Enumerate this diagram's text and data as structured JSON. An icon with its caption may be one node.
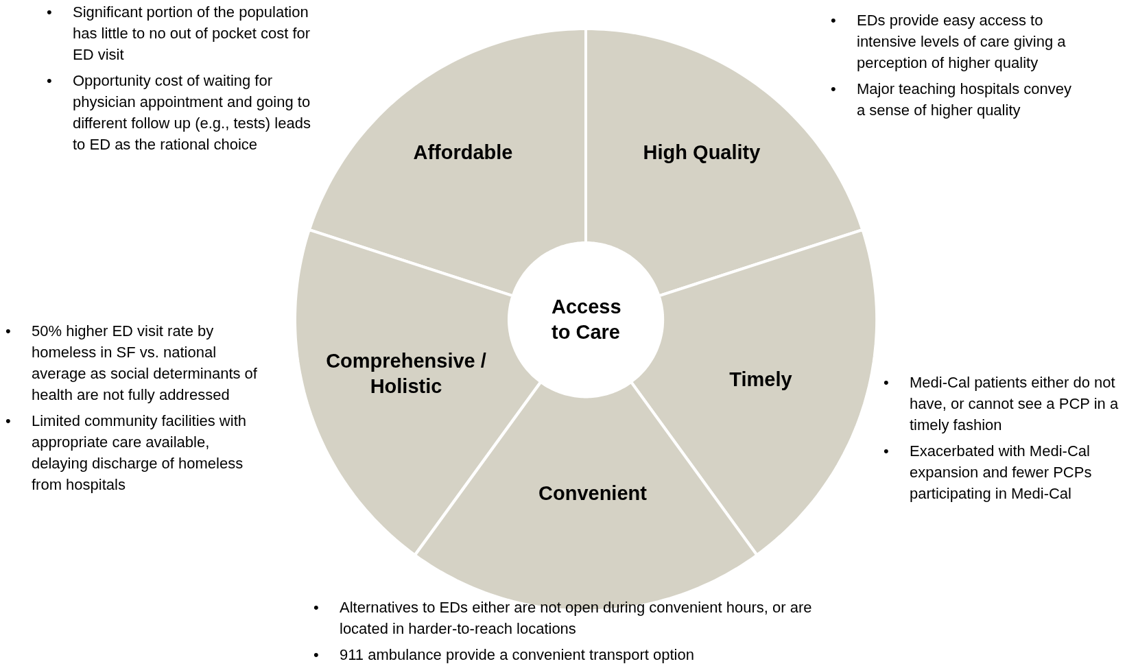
{
  "diagram": {
    "nodes": [
      {
        "text": [
          "Affordable"
        ],
        "beside": [
          "Significant portion of the population has little to no out of pocket cost for ED visit",
          "Opportunity cost of waiting for physician appointment and going to different follow up (e.g., tests) leads to ED as the rational choice"
        ]
      },
      {
        "text": [
          "High Quality"
        ],
        "beside": [
          "EDs provide easy access to intensive levels of care giving a perception of higher quality",
          "Major teaching hospitals convey a sense of higher quality"
        ]
      },
      {
        "text": [
          "Access to Care"
        ]
      },
      {
        "text": [
          "Comprehensive / Holistic"
        ],
        "beside": [
          "50% higher ED visit rate by homeless in SF vs. national average as social determinants of health are not fully addressed",
          "Limited community facilities with appropriate care available, delaying discharge of homeless from hospitals"
        ]
      },
      {
        "text": [
          "Timely"
        ],
        "beside": [
          "Medi-Cal patients either do not have, or cannot see a PCP in a timely fashion",
          "Exacerbated with Medi-Cal expansion and fewer PCPs participating in Medi-Cal"
        ]
      },
      {
        "text": [
          "Convenient"
        ],
        "beside": [
          "Alternatives to EDs either are not open during convenient hours, or are located in harder-to-reach locations",
          "911 ambulance provide a convenient transport option"
        ]
      }
    ],
    "labels": [
      "•",
      "•",
      "•",
      "•",
      "•",
      "•",
      "•",
      "•",
      "•",
      "•"
    ]
  }
}
